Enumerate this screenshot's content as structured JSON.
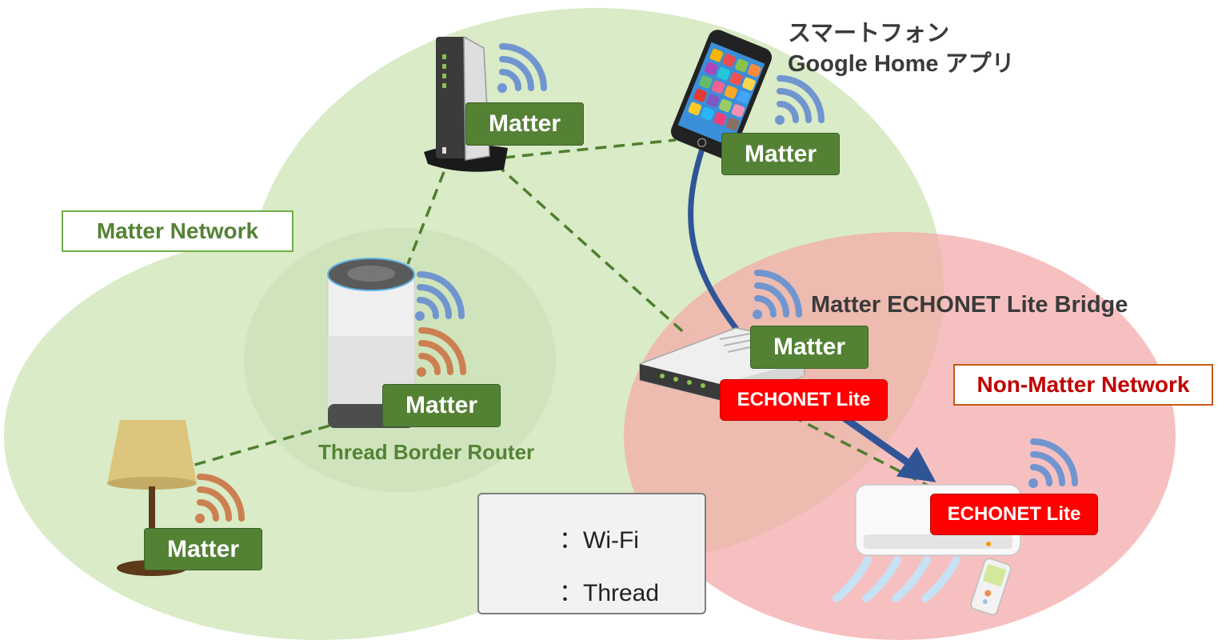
{
  "colors": {
    "matter_zone": "#d9ebc7",
    "nonmatter_zone": "#f8bcbc",
    "matter_badge": "#548235",
    "echonet_badge": "#ff0000",
    "wifi": "#7195cf",
    "thread": "#cc8052",
    "link": "#4f7f2f",
    "bridge_link": "#2f5597"
  },
  "labels": {
    "matter_network": "Matter Network",
    "non_matter_network": "Non-Matter Network",
    "smartphone_line1": "スマートフォン",
    "smartphone_line2": "Google Home アプリ",
    "bridge": "Matter ECHONET Lite Bridge",
    "thread_border_router": "Thread Border Router"
  },
  "badges": {
    "router": "Matter",
    "smartphone": "Matter",
    "speaker": "Matter",
    "bridge_matter": "Matter",
    "bridge_echonet": "ECHONET Lite",
    "lamp": "Matter",
    "aircon": "ECHONET Lite"
  },
  "legend": {
    "wifi_label": "：Wi-Fi",
    "thread_label": "：Thread"
  },
  "icons": [
    "wifi-icon",
    "thread-icon",
    "wifi-router-icon",
    "smartphone-icon",
    "smart-speaker-icon",
    "lamp-icon",
    "bridge-device-icon",
    "air-conditioner-icon",
    "remote-control-icon"
  ]
}
